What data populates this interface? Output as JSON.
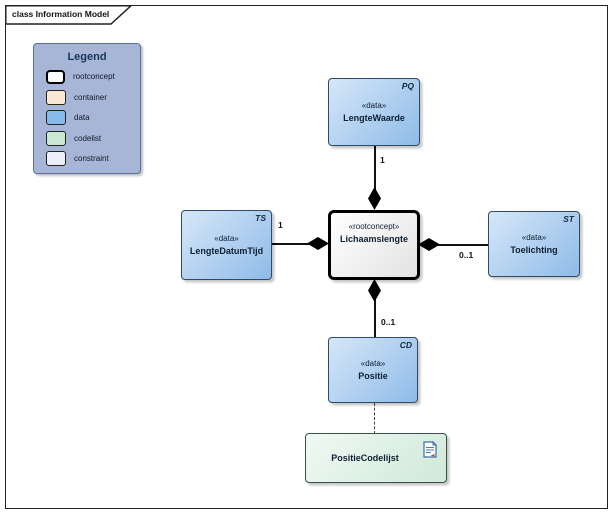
{
  "frame": {
    "title": "class Information Model"
  },
  "legend": {
    "title": "Legend",
    "items": [
      {
        "label": "rootconcept",
        "color": "#ffffff"
      },
      {
        "label": "container",
        "color": "#f9e7d5"
      },
      {
        "label": "data",
        "color": "#86baec"
      },
      {
        "label": "codelist",
        "color": "#c9e7d1"
      },
      {
        "label": "constraint",
        "color": "#ebedf9"
      }
    ]
  },
  "nodes": {
    "lengtewaarde": {
      "stereotype": "«data»",
      "name": "LengteWaarde",
      "type": "PQ"
    },
    "lichaamslengte": {
      "stereotype": "«rootconcept»",
      "name": "Lichaamslengte"
    },
    "lengtedatumtijd": {
      "stereotype": "«data»",
      "name": "LengteDatumTijd",
      "type": "TS"
    },
    "toelichting": {
      "stereotype": "«data»",
      "name": "Toelichting",
      "type": "ST"
    },
    "positie": {
      "stereotype": "«data»",
      "name": "Positie",
      "type": "CD"
    },
    "positiecodelijst": {
      "name": "PositieCodelijst"
    }
  },
  "edges": {
    "lengtewaarde": {
      "multiplicity": "1"
    },
    "lengtedatumtijd": {
      "multiplicity": "1"
    },
    "toelichting": {
      "multiplicity": "0..1"
    },
    "positie": {
      "multiplicity": "0..1"
    }
  },
  "colors": {
    "data_fill": "#8fbbe8",
    "data_fill_light": "#d6e7f8",
    "root_fill": "#ffffff",
    "codelist_fill": "#cfe9d8",
    "legend_bg": "#a7b5d7",
    "connector": "#111111"
  }
}
